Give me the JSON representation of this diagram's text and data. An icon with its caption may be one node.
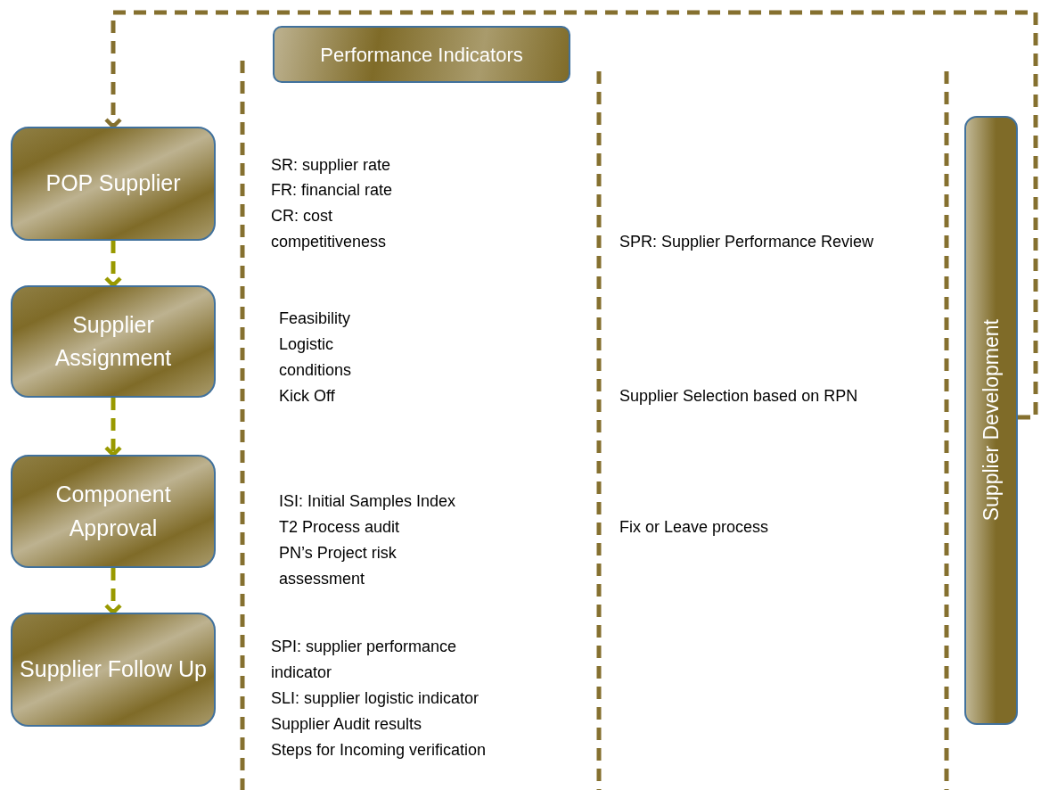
{
  "diagram": {
    "nodes": [
      {
        "text": [
          "POP Supplier"
        ]
      },
      {
        "text": [
          "Supplier Assignment"
        ]
      },
      {
        "text": [
          "Component Approval"
        ]
      },
      {
        "text": [
          "Supplier Follow Up"
        ]
      },
      {
        "text": [
          "Performance Indicators"
        ]
      },
      {
        "text": [
          "Supplier Development"
        ]
      }
    ],
    "edges": [
      {
        "from": 0,
        "to": 1,
        "arrow": "to",
        "style": "dashed"
      },
      {
        "from": 1,
        "to": 2,
        "arrow": "to",
        "style": "dashed"
      },
      {
        "from": 2,
        "to": 3,
        "arrow": "to",
        "style": "dashed"
      },
      {
        "from": 5,
        "to": 0,
        "arrow": "to",
        "style": "dashed",
        "color": "#85702f"
      }
    ],
    "labels": [
      "SR: supplier rate",
      "FR: financial rate",
      "CR: cost competitiveness",
      "SPR: Supplier Performance Review",
      "Feasibility",
      "Logistic conditions",
      "Kick Off",
      "Supplier Selection based on RPN",
      "ISI: Initial Samples Index",
      "T2 Process audit",
      "PN’s Project risk assessment",
      "Fix or Leave process",
      "SPI: supplier performance indicator",
      "SLI: supplier logistic indicator",
      "Supplier Audit results",
      "Steps for Incoming verification"
    ]
  }
}
